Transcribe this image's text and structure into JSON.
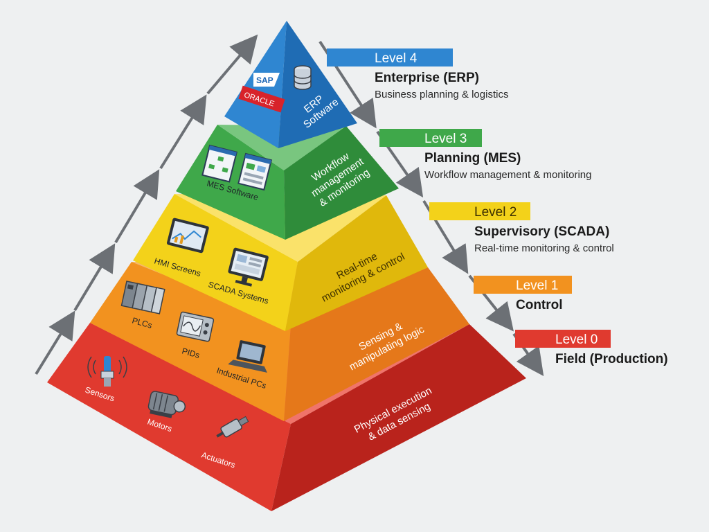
{
  "colors": {
    "level4": "#2f86d1",
    "level3": "#3fa84a",
    "level2": "#f3d21a",
    "level1": "#f2921f",
    "level0": "#e03a2f",
    "arrow": "#6c7075",
    "background": "#eef0f1"
  },
  "levels": [
    {
      "badge": "Level 4",
      "title": "Enterprise (ERP)",
      "description": "Business planning & logistics",
      "face_text": [
        "ERP",
        "Software"
      ],
      "icons": [
        {
          "name": "sap-logo-icon",
          "label": "SAP"
        },
        {
          "name": "oracle-logo-icon",
          "label": "ORACLE"
        },
        {
          "name": "database-icon",
          "label": ""
        }
      ]
    },
    {
      "badge": "Level 3",
      "title": "Planning (MES)",
      "description": "Workflow management & monitoring",
      "face_text": [
        "Workflow",
        "management",
        "& monitoring"
      ],
      "icons": [
        {
          "name": "mes-window-icon",
          "label": "MES Software"
        }
      ]
    },
    {
      "badge": "Level 2",
      "title": "Supervisory (SCADA)",
      "description": "Real-time monitoring & control",
      "face_text": [
        "Real-time",
        "monitoring & control"
      ],
      "icons": [
        {
          "name": "hmi-screen-icon",
          "label": "HMI Screens"
        },
        {
          "name": "scada-monitor-icon",
          "label": "SCADA Systems"
        }
      ]
    },
    {
      "badge": "Level 1",
      "title": "Control",
      "description": "",
      "face_text": [
        "Sensing &",
        "manipulating logic"
      ],
      "icons": [
        {
          "name": "plc-icon",
          "label": "PLCs"
        },
        {
          "name": "pid-controller-icon",
          "label": "PIDs"
        },
        {
          "name": "laptop-icon",
          "label": "Industrial PCs"
        }
      ]
    },
    {
      "badge": "Level 0",
      "title": "Field (Production)",
      "description": "",
      "face_text": [
        "Physical execution",
        "& data sensing"
      ],
      "icons": [
        {
          "name": "sensor-icon",
          "label": "Sensors"
        },
        {
          "name": "motor-icon",
          "label": "Motors"
        },
        {
          "name": "actuator-icon",
          "label": "Actuators"
        }
      ]
    }
  ]
}
